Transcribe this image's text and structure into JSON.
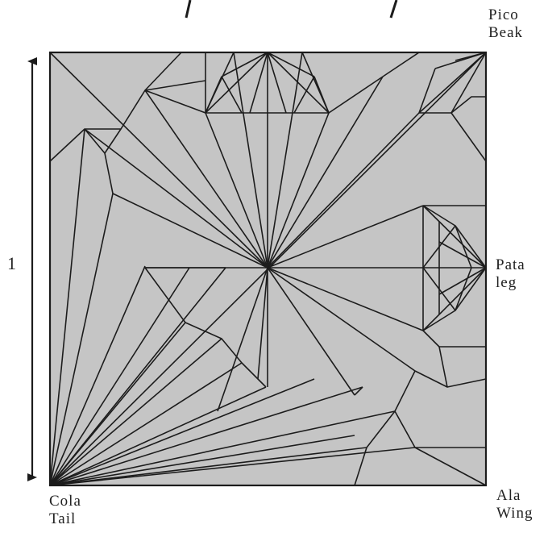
{
  "diagram": {
    "colors": {
      "paper": "#c5c5c5",
      "crease": "#1c1c1c",
      "background": "#ffffff"
    },
    "dimension_label": "1",
    "corners": {
      "beak": {
        "line1": "Pico",
        "line2": "Beak"
      },
      "leg": {
        "line1": "Pata",
        "line2": "leg"
      },
      "tail": {
        "line1": "Cola",
        "line2": "Tail"
      },
      "wing": {
        "line1": "Ala",
        "line2": "Wing"
      }
    }
  }
}
